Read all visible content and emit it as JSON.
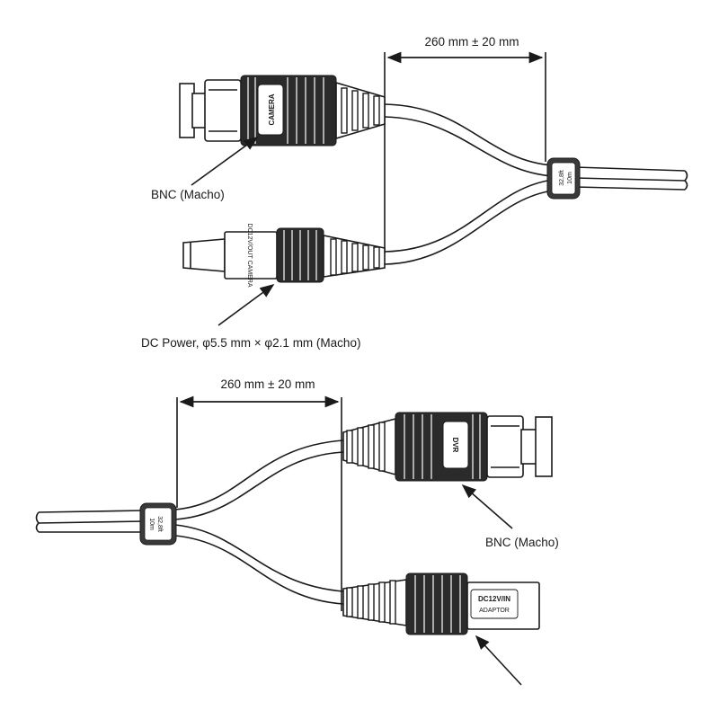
{
  "top_assembly": {
    "dimension_label": "260 mm ± 20 mm",
    "bnc_tag": "CAMERA",
    "bnc_callout": "BNC (Macho)",
    "dc_tag": "DC12V/OUT CAMERA",
    "dc_callout": "DC Power, φ5.5 mm × φ2.1 mm  (Macho)",
    "cable_tag_line1": "32,8ft",
    "cable_tag_line2": "10m"
  },
  "bottom_assembly": {
    "dimension_label": "260 mm ± 20 mm",
    "bnc_tag": "DVR",
    "bnc_callout": "BNC (Macho)",
    "dc_tag_line1": "DC12V/IN",
    "dc_tag_line2": "ADAPTOR",
    "cable_tag_line1": "32,8ft",
    "cable_tag_line2": "10m"
  }
}
